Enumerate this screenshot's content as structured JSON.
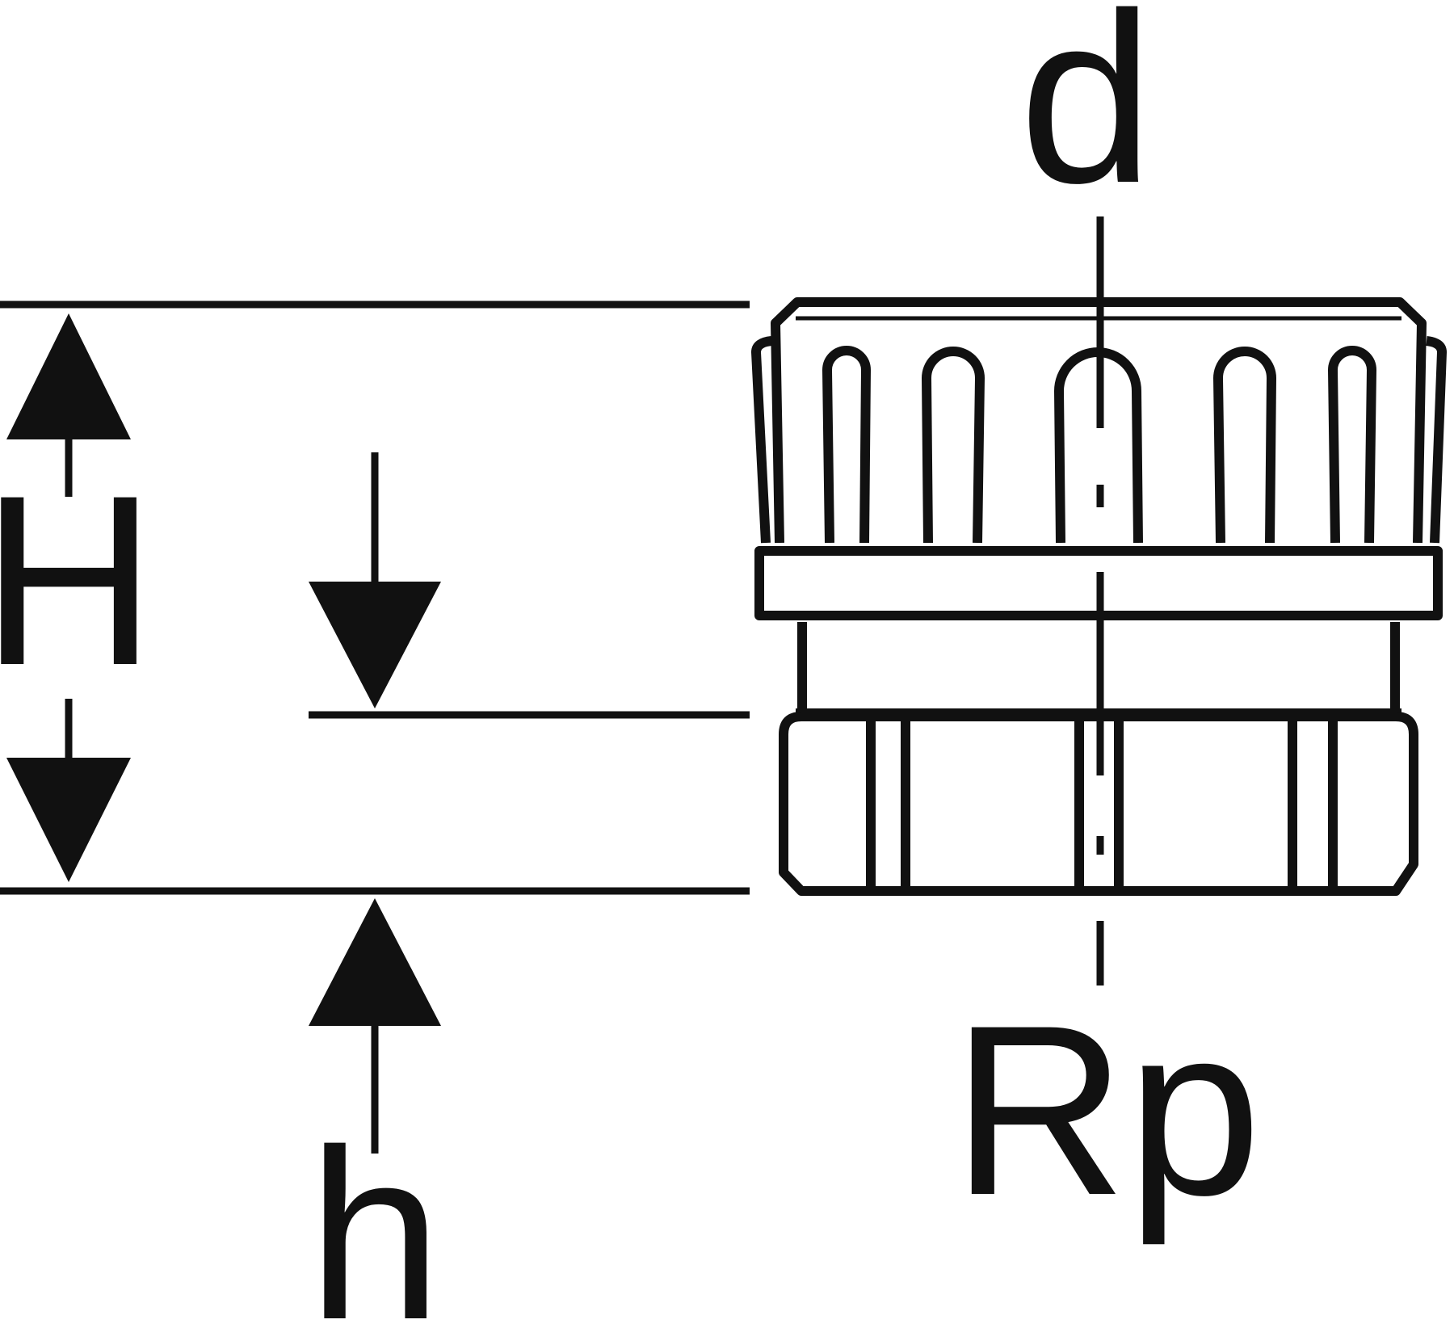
{
  "labels": {
    "H": "H",
    "h": "h",
    "d": "d",
    "Rp": "Rp"
  },
  "colors": {
    "stroke": "#111111",
    "background": "#ffffff"
  }
}
